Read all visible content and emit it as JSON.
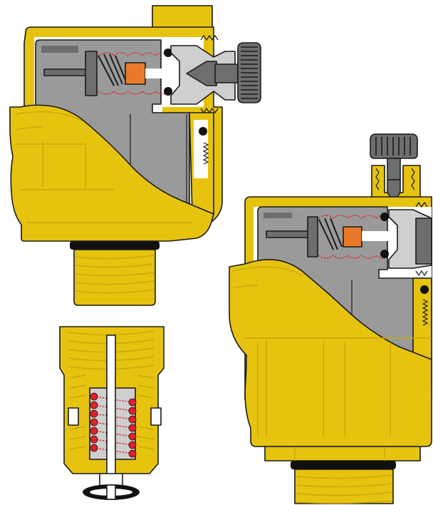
{
  "colors": {
    "brass": "#e6c30f",
    "brass_light": "#f4dc4a",
    "brass_dark": "#c9a80a",
    "outline": "#1a1a1a",
    "steel_gray": "#a9a9a9",
    "steel_light": "#cfcfcf",
    "steel_dark": "#6e6e6e",
    "float_gray": "#9a9a9a",
    "seal_black": "#111111",
    "piston_orange": "#e87a2a",
    "spring_red": "#e0202a",
    "background": "#ffffff"
  },
  "components": [
    {
      "id": "vent-valve-large",
      "icon": "air-vent-valve-cutaway-icon"
    },
    {
      "id": "shutoff-valve",
      "icon": "check-shutoff-valve-cutaway-icon"
    },
    {
      "id": "vent-valve-small",
      "icon": "air-vent-valve-top-cap-cutaway-icon"
    }
  ]
}
